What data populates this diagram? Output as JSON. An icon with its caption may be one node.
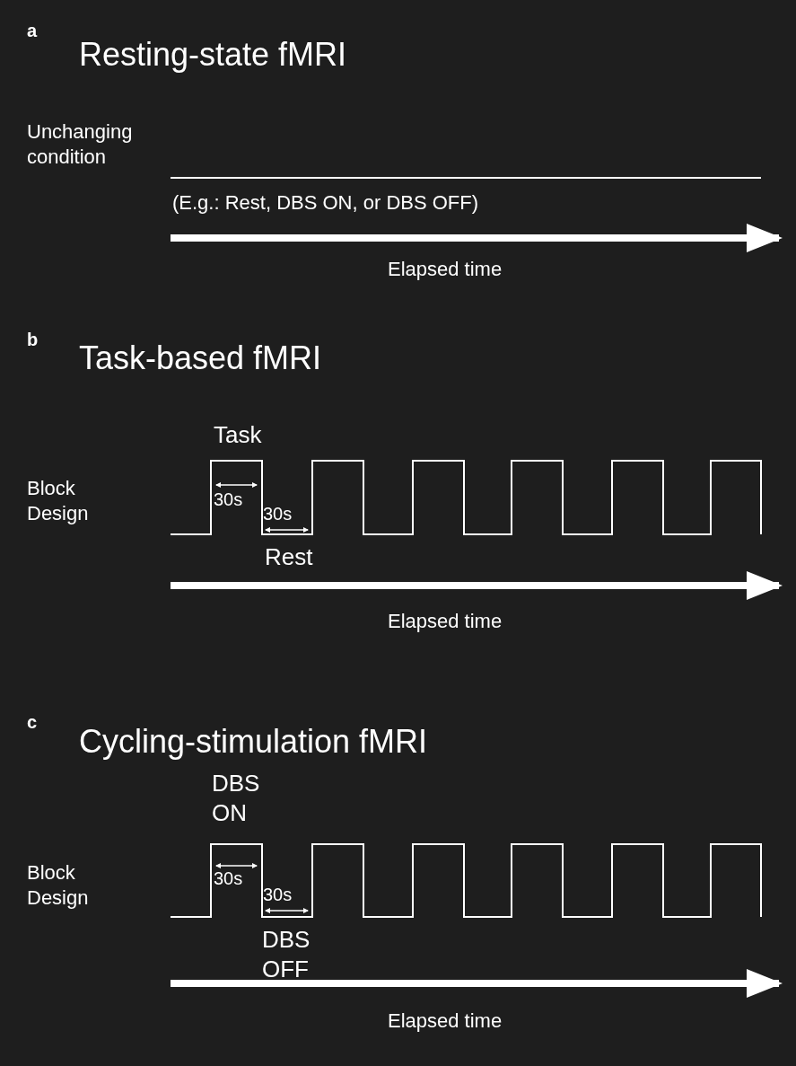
{
  "diagram": {
    "labels": [
      "a",
      "Resting-state fMRI",
      "Unchanging condition",
      "(E.g.: Rest, DBS ON, or DBS OFF)",
      "Elapsed time",
      "b",
      "Task-based fMRI",
      "Task",
      "Block Design",
      "30s",
      "30s",
      "Rest",
      "Elapsed time",
      "c",
      "Cycling-stimulation fMRI",
      "DBS ON",
      "Block Design",
      "30s",
      "30s",
      "DBS OFF",
      "Elapsed time"
    ]
  }
}
